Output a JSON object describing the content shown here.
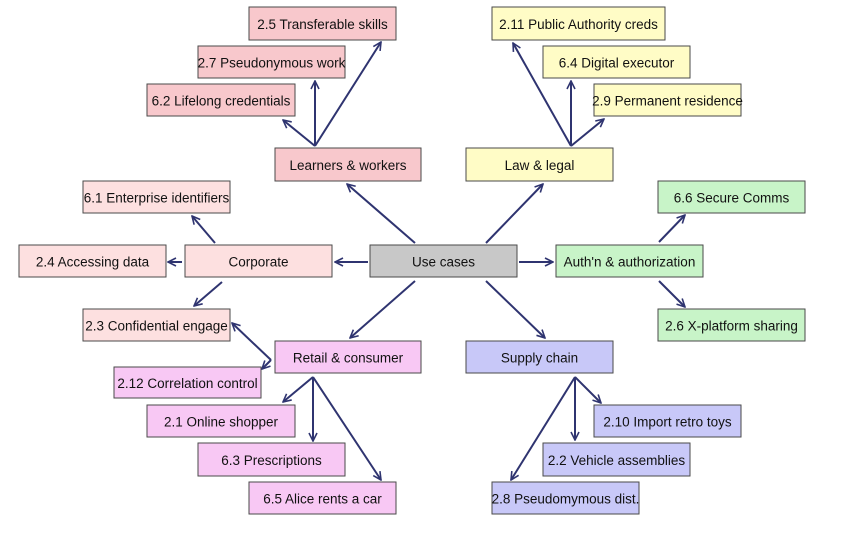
{
  "colors": {
    "center": "#c8c8c8",
    "learners": "#f8c8cc",
    "corporate": "#fde0e0",
    "retail": "#f8c8f4",
    "law": "#fffcc6",
    "auth": "#c8f4c8",
    "supply": "#c8c8f8",
    "edge": "#2f3470"
  },
  "nodes": {
    "use_cases": "Use cases",
    "learners_workers": "Learners & workers",
    "transferable_skills": "2.5 Transferable skills",
    "pseudonymous_work": "2.7 Pseudonymous work",
    "lifelong_credentials": "6.2 Lifelong credentials",
    "law_legal": "Law & legal",
    "public_authority_creds": "2.11 Public Authority creds",
    "digital_executor": "6.4 Digital executor",
    "permanent_residence": "2.9 Permanent residence",
    "corporate": "Corporate",
    "enterprise_identifiers": "6.1 Enterprise identifiers",
    "accessing_data": "2.4 Accessing data",
    "confidential_engage": "2.3 Confidential engage",
    "auth_authorization": "Auth'n & authorization",
    "secure_comms": "6.6 Secure Comms",
    "x_platform_sharing": "2.6 X-platform sharing",
    "retail_consumer": "Retail & consumer",
    "correlation_control": "2.12 Correlation control",
    "online_shopper": "2.1 Online shopper",
    "prescriptions": "6.3 Prescriptions",
    "alice_rents_car": "6.5 Alice rents a car",
    "supply_chain": "Supply chain",
    "import_retro_toys": "2.10 Import retro toys",
    "vehicle_assemblies": "2.2 Vehicle assemblies",
    "pseudomymous_dist": "2.8 Pseudomymous dist."
  }
}
